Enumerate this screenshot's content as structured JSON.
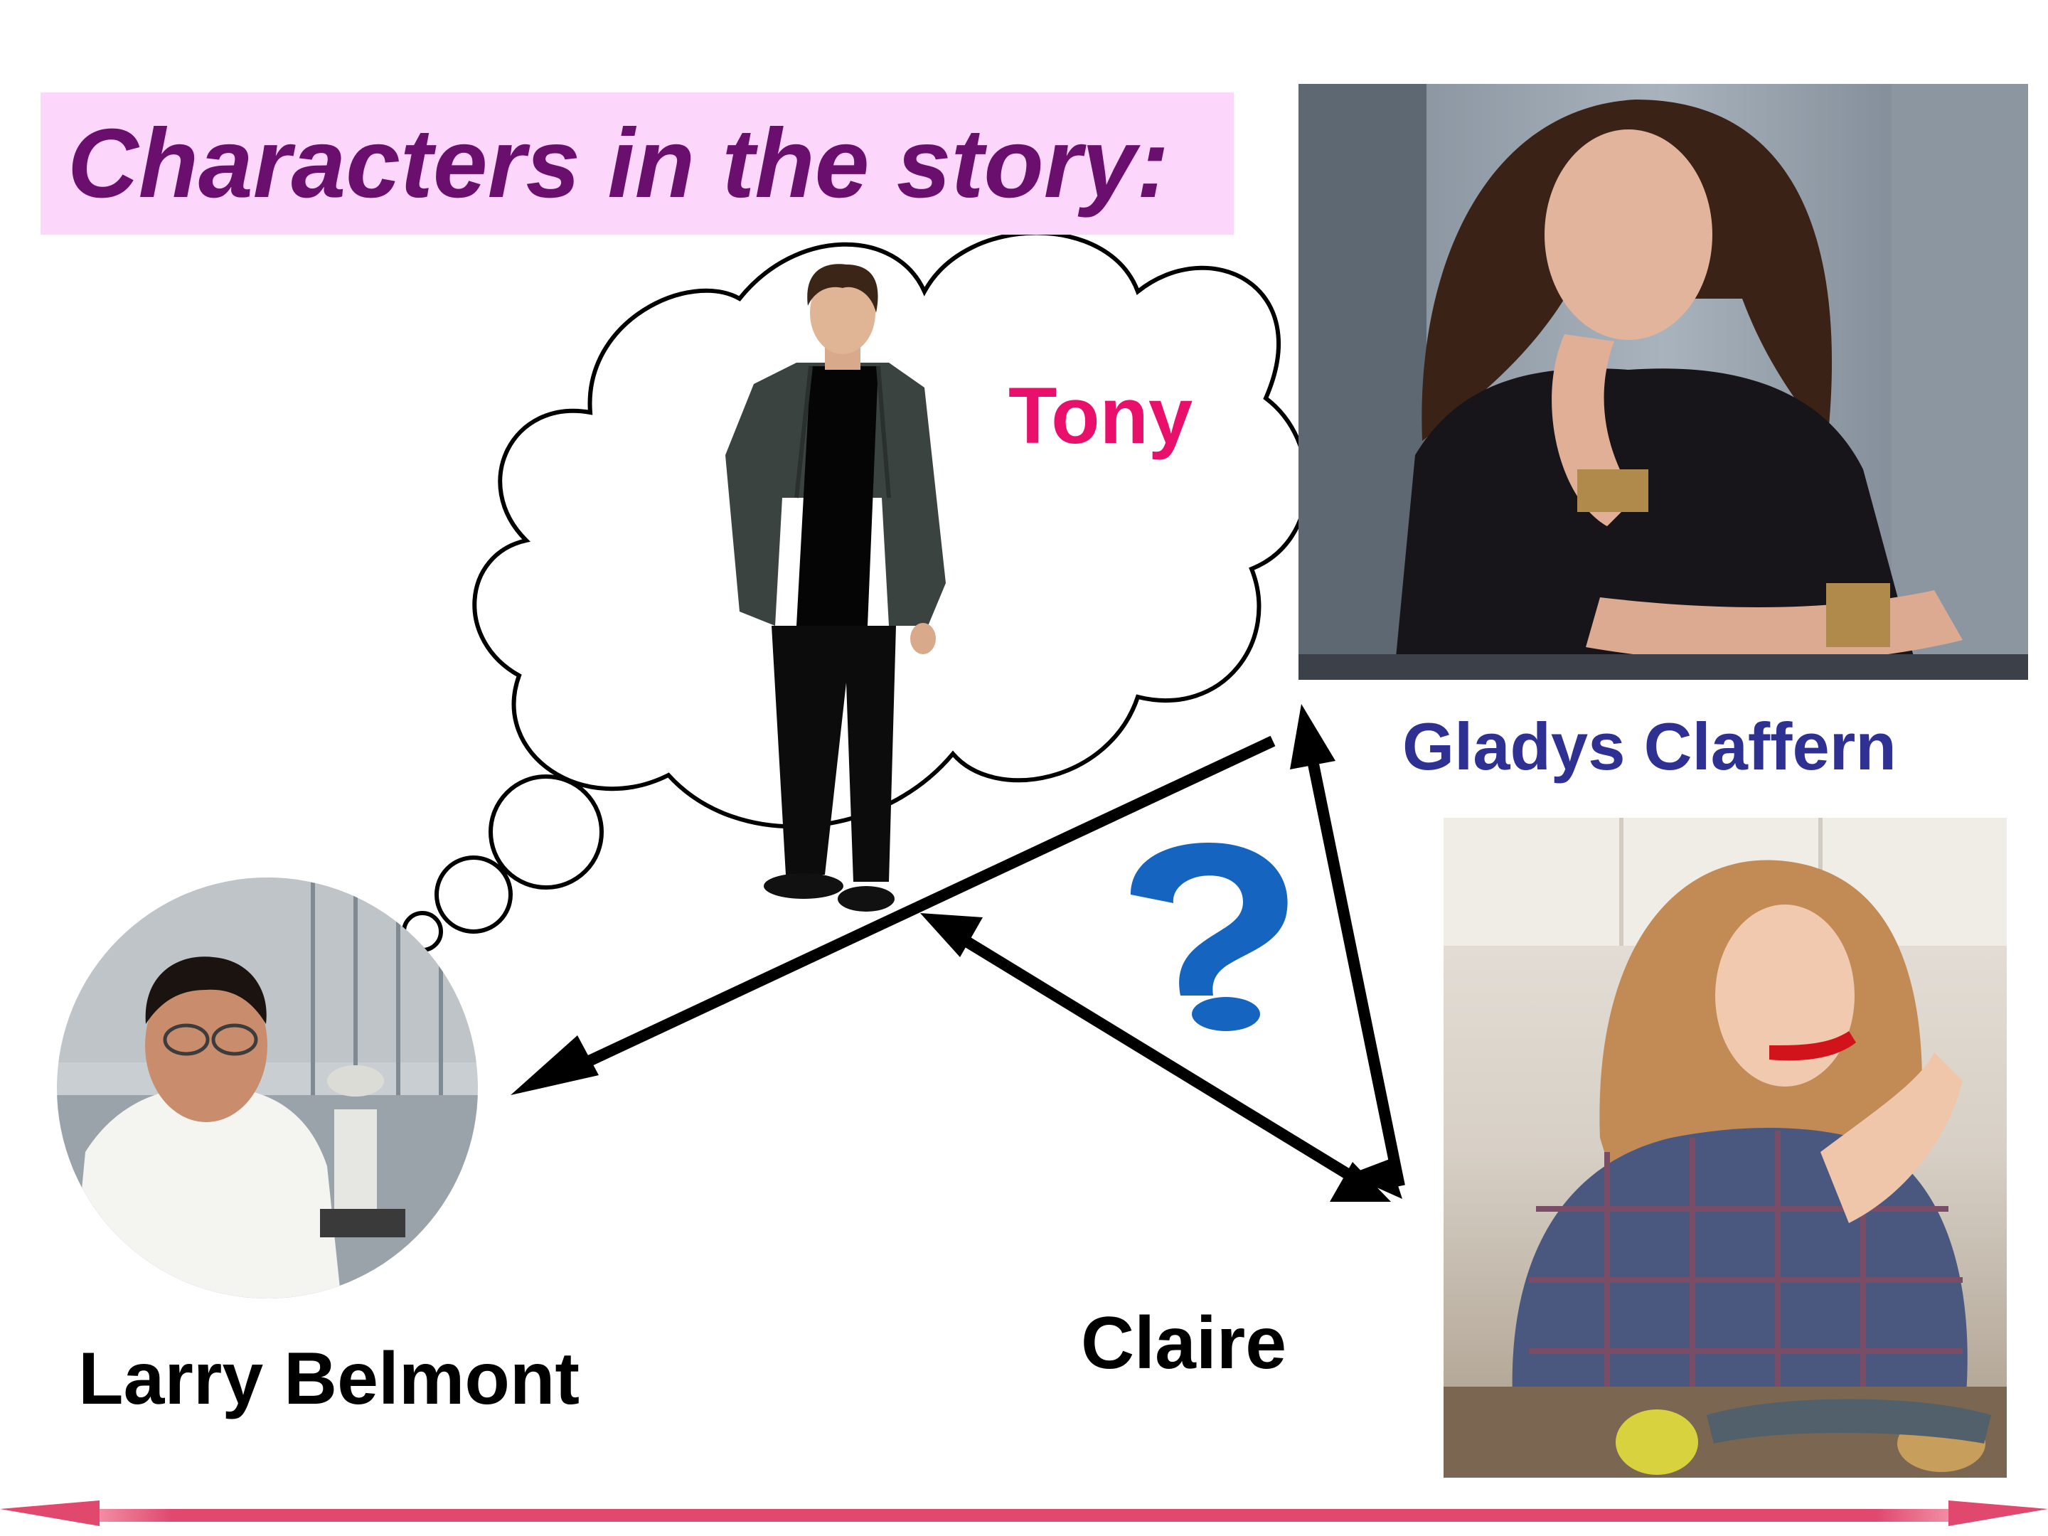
{
  "title": "Characters in the story:",
  "characters": {
    "tony": "Tony",
    "gladys": "Gladys Claffern",
    "larry": "Larry Belmont",
    "claire": "Claire"
  },
  "relation_symbol": "?",
  "colors": {
    "title_bg": "#fdd7fb",
    "title_text": "#6a0f6e",
    "tony_label": "#e8106b",
    "gladys_label": "#2e3192",
    "question_mark": "#1565c0",
    "footer_bar": "#e0486e"
  }
}
